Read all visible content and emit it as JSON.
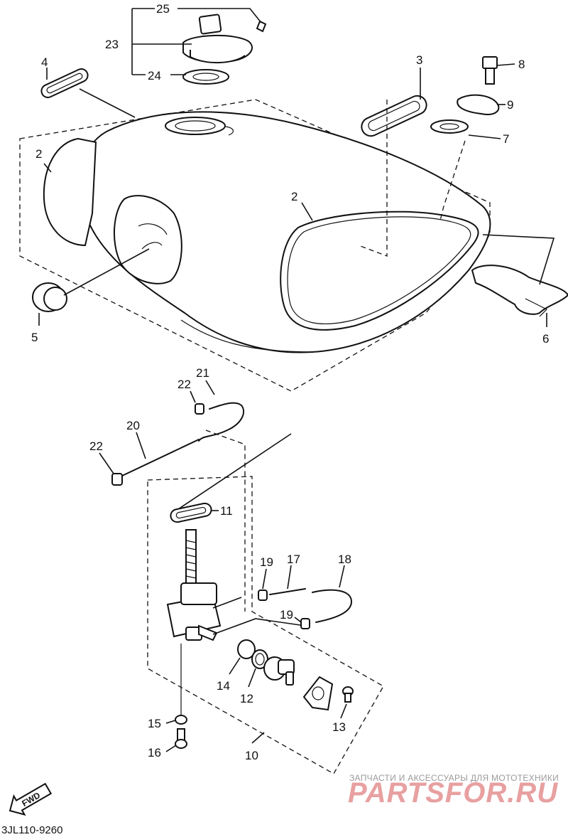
{
  "diagram_code": "3JL110-9260",
  "fwd_label": "FWD",
  "watermark": {
    "tagline": "ЗАПЧАСТИ И АКСЕССУАРЫ ДЛЯ МОТОТЕХНИКИ",
    "brand": "PARTSFOR.RU",
    "brand_color": "#e8a0a0"
  },
  "callouts": {
    "c25": "25",
    "c23": "23",
    "c24": "24",
    "c4": "4",
    "c3": "3",
    "c8": "8",
    "c9": "9",
    "c7": "7",
    "c2a": "2",
    "c2b": "2",
    "c5": "5",
    "c6": "6",
    "c21": "21",
    "c22a": "22",
    "c20": "20",
    "c22b": "22",
    "c11": "11",
    "c19a": "19",
    "c17": "17",
    "c18": "18",
    "c19b": "19",
    "c14": "14",
    "c12": "12",
    "c15": "15",
    "c13": "13",
    "c16": "16",
    "c10": "10"
  }
}
